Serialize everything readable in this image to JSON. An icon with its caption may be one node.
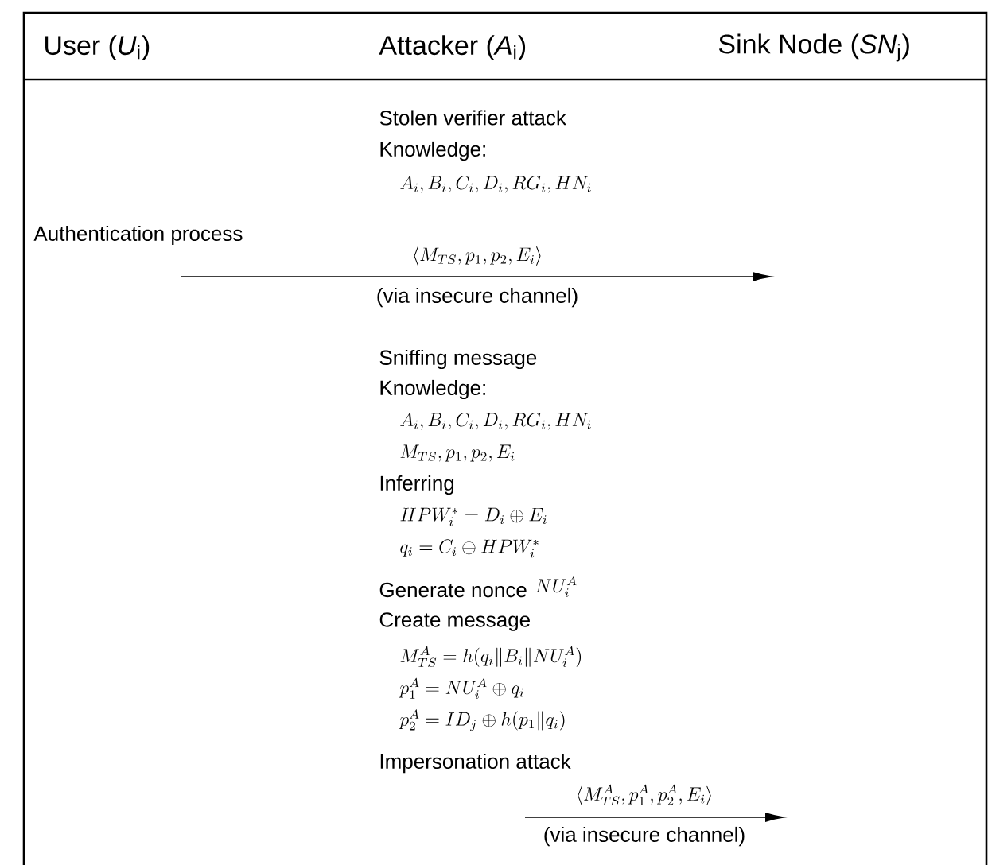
{
  "diagram": {
    "nodes": [
      {
        "text": [
          "User (*U*$_{i}$)"
        ]
      },
      {
        "text": [
          "Attacker (*A*$_{i}$)"
        ]
      },
      {
        "text": [
          "Sink Node (*SN*$_{j}$)"
        ]
      }
    ],
    "labels": [
      "Stolen verifier attack",
      "Knowledge:",
      "A_{i}, B_{i}, C_{i}, D_{i}, RG_{i}, HN_{i}",
      "Authentication process",
      "\\langle M_{TS}, p_{1}, p_{2}, E_{i}\\rangle",
      "(via insecure channel)",
      "Sniffing message",
      "Knowledge:",
      "A_{i}, B_{i}, C_{i}, D_{i}, RG_{i}, HN_{i}",
      "M_{TS}, p_{1}, p_{2}, E_{i}",
      "Inferring",
      "HPW_{i}^{*} = D_{i} \\oplus E_{i}",
      "q_{i} = C_{i} \\oplus HPW_{i}^{*}",
      "Generate nonce",
      "NU_{i}^{A}",
      "Create message",
      "M_{TS}^{A} = h(q_{i} \\| B_{i} \\| NU_{i}^{A})",
      "p_{1}^{A} = NU_{i}^{A} \\oplus q_{i}",
      "p_{2}^{A} = ID_{j} \\oplus h(p_{1} \\| q_{i})",
      "Impersonation attack",
      "\\langle M_{TS}^{A}, p_{1}^{A}, p_{2}^{A}, E_{i}\\rangle",
      "(via insecure channel)"
    ]
  }
}
